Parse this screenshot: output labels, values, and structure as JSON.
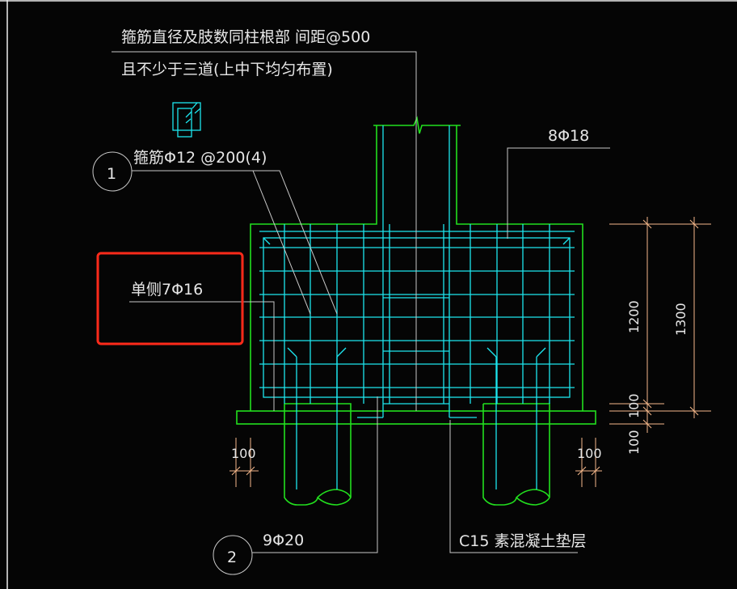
{
  "drawing": {
    "note_line1": "箍筋直径及肢数同柱根部 间距@500",
    "note_line2": "且不少于三道(上中下均匀布置)",
    "stirrup_label": "箍筋Φ12 @200(4)",
    "top_bars_label": "8Φ18",
    "side_bars_label": "单侧7Φ16",
    "bottom_bars_label": "9Φ20",
    "cushion_label": "C15 素混凝土垫层",
    "callout_1": "1",
    "callout_2": "2",
    "dim_1200": "1200",
    "dim_1300": "1300",
    "dim_100_top": "100",
    "dim_100_bottom": "100",
    "dim_100_left": "100",
    "dim_100_right": "100"
  },
  "colors": {
    "concrete": "#22e01e",
    "rebar": "#1de6ef",
    "dimension": "#f5b88a",
    "highlight": "#ff2a1a"
  }
}
